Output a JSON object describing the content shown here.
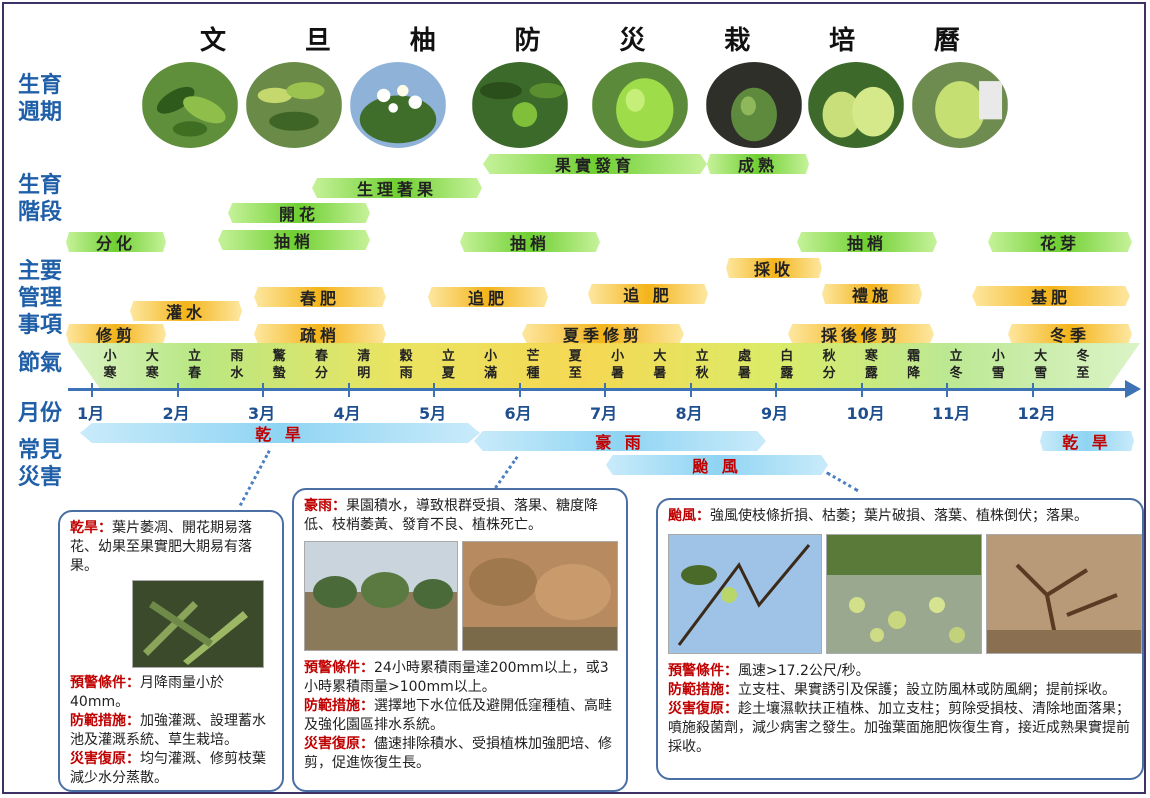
{
  "title_chars": [
    "文",
    "旦",
    "柚",
    "防",
    "災",
    "栽",
    "培",
    "曆"
  ],
  "row_labels": {
    "growth_cycle": [
      "生育",
      "週期"
    ],
    "growth_stage": [
      "生育",
      "階段"
    ],
    "management": [
      "主要",
      "管理",
      "事項"
    ],
    "solar_terms": "節氣",
    "month": "月份",
    "disaster": [
      "常見",
      "災害"
    ]
  },
  "stage_bars": {
    "fruit_dev": "果實發育",
    "ripe": "成熟",
    "fruit_set": "生理著果",
    "flowering": "開花"
  },
  "mgmt_bars": {
    "differentiation": "分化",
    "shoot1": "抽梢",
    "shoot2": "抽梢",
    "shoot3": "抽梢",
    "flower_bud": "花芽",
    "harvest": "採收",
    "irrigation": "灌水",
    "spring_fert": "春肥",
    "top_dress": "追肥",
    "top_dress2": "追 肥",
    "gift_fert": "禮施",
    "base_fert": "基肥",
    "prune": "修剪",
    "thin_shoot": "疏梢",
    "summer_prune": "夏季修剪",
    "post_harvest_prune": "採後修剪",
    "winter": "冬季"
  },
  "solar_terms": [
    "小寒",
    "大寒",
    "立春",
    "雨水",
    "驚蟄",
    "春分",
    "清明",
    "穀雨",
    "立夏",
    "小滿",
    "芒種",
    "夏至",
    "小暑",
    "大暑",
    "立秋",
    "處暑",
    "白露",
    "秋分",
    "寒露",
    "霜降",
    "立冬",
    "小雪",
    "大雪",
    "冬至"
  ],
  "months": [
    "1月",
    "2月",
    "3月",
    "4月",
    "5月",
    "6月",
    "7月",
    "8月",
    "9月",
    "10月",
    "11月",
    "12月"
  ],
  "disaster_bars": {
    "drought1": "乾 旱",
    "heavy_rain": "豪  雨",
    "typhoon": "颱  風",
    "drought2": "乾 旱"
  },
  "drought_box": {
    "head": "乾旱：",
    "desc": "葉片萎凋、開花期易落花、幼果至果實肥大期易有落果。",
    "warn_label": "預警條件：",
    "warn": "月降雨量小於40mm。",
    "prevent_label": "防範措施：",
    "prevent": "加強灌溉、設理蓄水池及灌溉系統、草生栽培。",
    "recover_label": "災害復原：",
    "recover": "均勻灌溉、修剪枝葉減少水分蒸散。"
  },
  "rain_box": {
    "head": "豪雨：",
    "desc": "果園積水，導致根群受損、落果、糖度降低、枝梢萎黃、發育不良、植株死亡。",
    "warn_label": "預警條件：",
    "warn": "24小時累積雨量達200mm以上，或3小時累積雨量>100mm以上。",
    "prevent_label": "防範措施：",
    "prevent": "選擇地下水位低及避開低窪種植、高畦及強化園區排水系統。",
    "recover_label": "災害復原：",
    "recover": "儘速排除積水、受損植株加強肥培、修剪，促進恢復生長。"
  },
  "typhoon_box": {
    "head": "颱風：",
    "desc": "強風使枝條折損、枯萎；葉片破損、落葉、植株倒伏；落果。",
    "warn_label": "預警條件：",
    "warn": "風速>17.2公尺/秒。",
    "prevent_label": "防範措施：",
    "prevent": "立支柱、果實誘引及保護；設立防風林或防風網；提前採收。",
    "recover_label": "災害復原：",
    "recover": "趁土壤濕軟扶正植株、加立支柱；剪除受損枝、清除地面落果；噴施殺菌劑，減少病害之發生。加強葉面施肥恢復生育，接近成熟果實提前採收。"
  },
  "colors": {
    "label_blue": "#1f5fa8",
    "alert_red": "#c00000",
    "axis_blue": "#3d73b5",
    "frame": "#3d3266"
  }
}
